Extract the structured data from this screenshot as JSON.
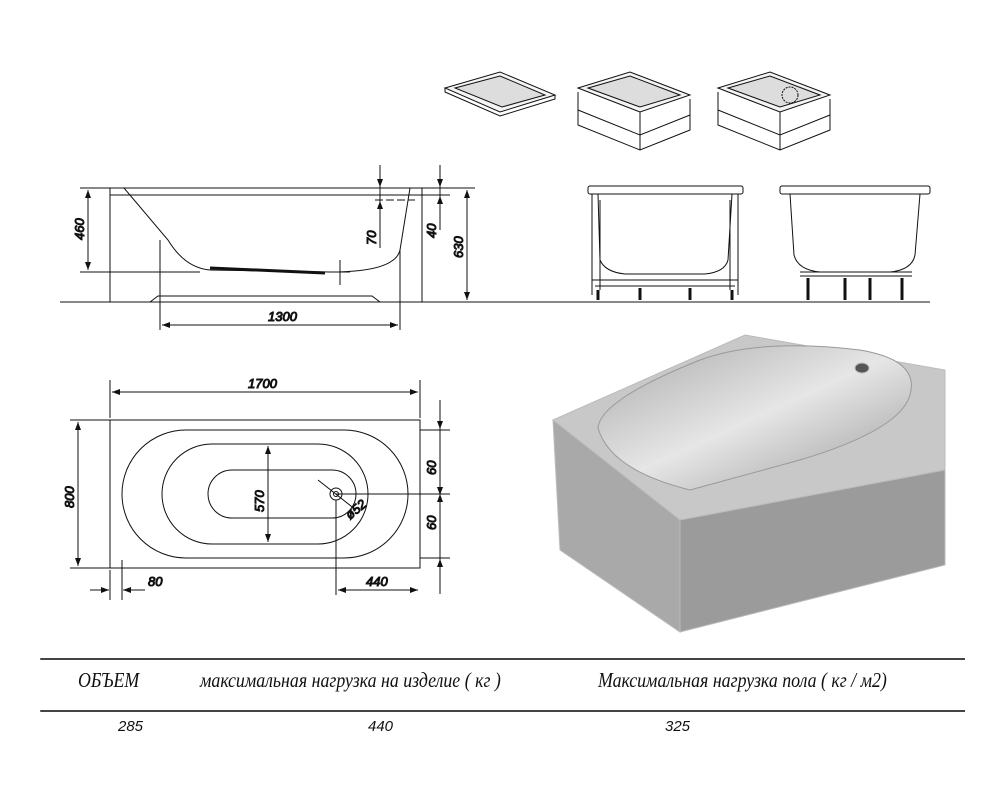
{
  "drawing": {
    "side_view_dims": {
      "height_460": "460",
      "depth_70": "70",
      "rim_40": "40",
      "total_630": "630",
      "bottom_1300": "1300"
    },
    "top_view_dims": {
      "length_1700": "1700",
      "width_800": "800",
      "inner_570": "570",
      "offset_60_top": "60",
      "offset_60_bottom": "60",
      "drain_dia": "ø52",
      "left_80": "80",
      "drain_440": "440"
    }
  },
  "table": {
    "headers": [
      "ОБЪЕМ",
      "максимальная нагрузка на изделие ( кг )",
      "Максимальная нагрузка пола ( кг / м2)"
    ],
    "values": [
      "285",
      "440",
      "325"
    ]
  }
}
